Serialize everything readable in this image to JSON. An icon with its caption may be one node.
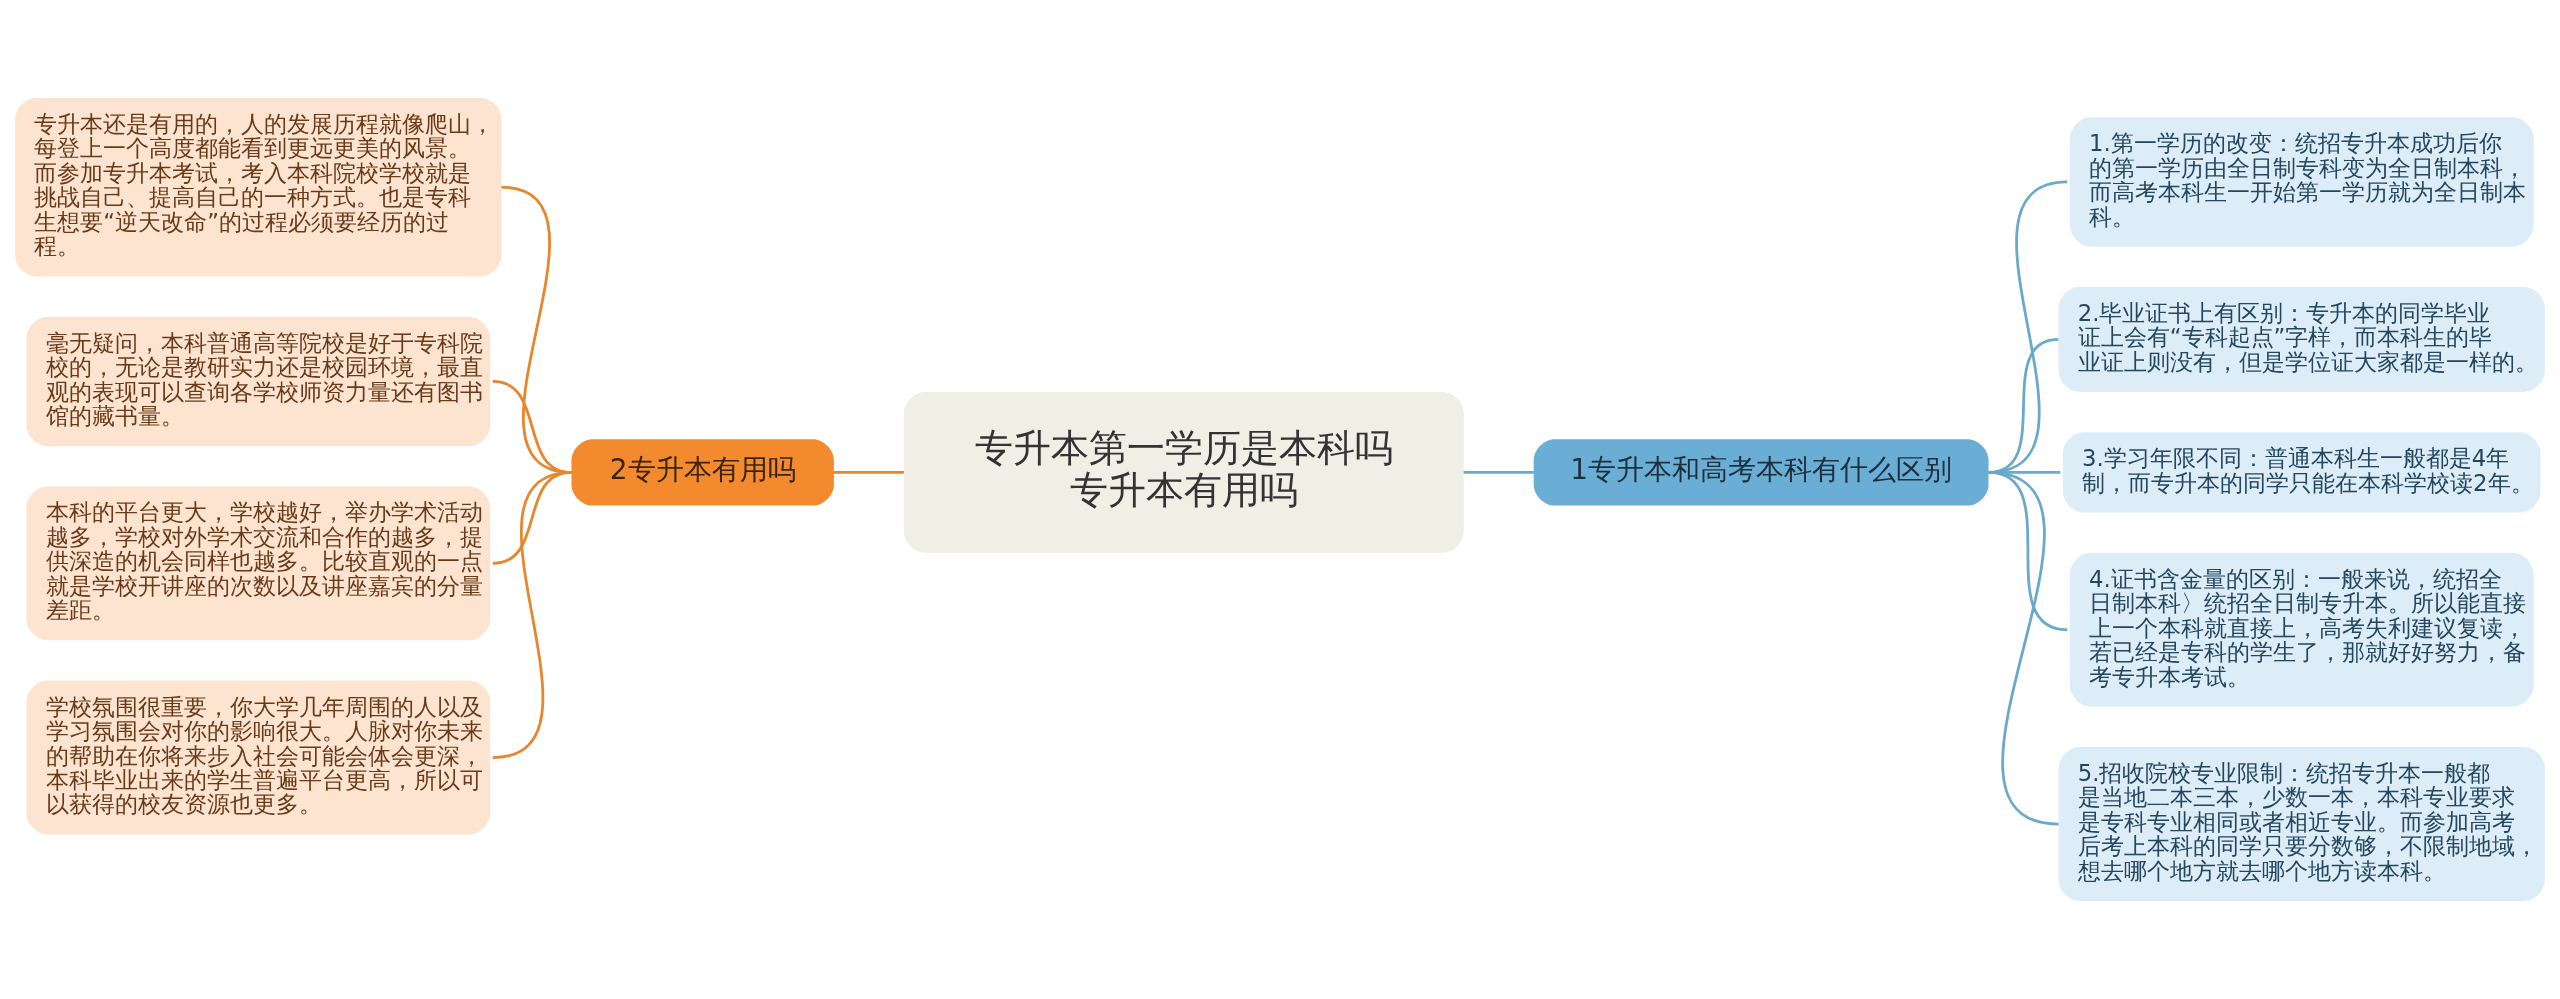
{
  "diagram": {
    "nodes": [
      {
        "text": [
          "专升本第一学历是本科吗专升本有用吗"
        ]
      },
      {
        "text": [
          "1专升本和高考本科有什么区别"
        ]
      },
      {
        "text": [
          "1.第一学历的改变：统招专升本成功后你的第一学历由全日制专科变为全日制本科，而高考本科生一开始第一学历就为全日制本科。"
        ]
      },
      {
        "text": [
          "2.毕业证书上有区别：专升本的同学毕业证上会有“专科起点”字样，而本科生的毕业证上则没有，但是学位证大家都是一样的。"
        ]
      },
      {
        "text": [
          "3.学习年限不同：普通本科生一般都是4年制，而专升本的同学只能在本科学校读2年。"
        ]
      },
      {
        "text": [
          "4.证书含金量的区别：一般来说，统招全日制本科〉统招全日制专升本。所以能直接上一个本科就直接上，高考失利建议复读，若已经是专科的学生了，那就好好努力，备考专升本考试。"
        ]
      },
      {
        "text": [
          "5.招收院校专业限制：统招专升本一般都是当地二本三本，少数一本，本科专业要求是专科专业相同或者相近专业。而参加高考后考上本科的同学只要分数够，不限制地域，想去哪个地方就去哪个地方读本科。"
        ]
      },
      {
        "text": [
          "2专升本有用吗"
        ]
      },
      {
        "text": [
          "专升本还是有用的，人的发展历程就像爬山，每登上一个高度都能看到更远更美的风景。而参加专升本考试，考入本科院校学校就是挑战自己、提高自己的一种方式。也是专科生想要“逆天改命”的过程必须要经历的过程。"
        ]
      },
      {
        "text": [
          "毫无疑问，本科普通高等院校是好于专科院校的，无论是教研实力还是校园环境，最直观的表现可以查询各学校师资力量还有图书馆的藏书量。"
        ]
      },
      {
        "text": [
          "本科的平台更大，学校越好，举办学术活动越多，学校对外学术交流和合作的越多，提供深造的机会同样也越多。比较直观的一点就是学校开讲座的次数以及讲座嘉宾的分量差距。"
        ]
      },
      {
        "text": [
          "学校氛围很重要，你大学几年周围的人以及学习氛围会对你的影响很大。人脉对你未来的帮助在你将来步入社会可能会体会更深，本科毕业出来的学生普遍平台更高，所以可以获得的校友资源也更多。"
        ]
      }
    ],
    "edges": [
      {
        "from": 0,
        "to": 1,
        "arrow": "none"
      },
      {
        "from": 1,
        "to": 2,
        "arrow": "none"
      },
      {
        "from": 1,
        "to": 3,
        "arrow": "none"
      },
      {
        "from": 1,
        "to": 4,
        "arrow": "none"
      },
      {
        "from": 1,
        "to": 5,
        "arrow": "none"
      },
      {
        "from": 1,
        "to": 6,
        "arrow": "none"
      },
      {
        "from": 7,
        "to": 0,
        "arrow": "none",
        "color": "#e8862d"
      },
      {
        "from": 8,
        "to": 7,
        "arrow": "none",
        "color": "#e8862d"
      },
      {
        "from": 9,
        "to": 7,
        "arrow": "none",
        "color": "#e8862d"
      },
      {
        "from": 10,
        "to": 7,
        "arrow": "none",
        "color": "#e8862d"
      },
      {
        "from": 11,
        "to": 7,
        "arrow": "none",
        "color": "#e8862d"
      }
    ]
  }
}
